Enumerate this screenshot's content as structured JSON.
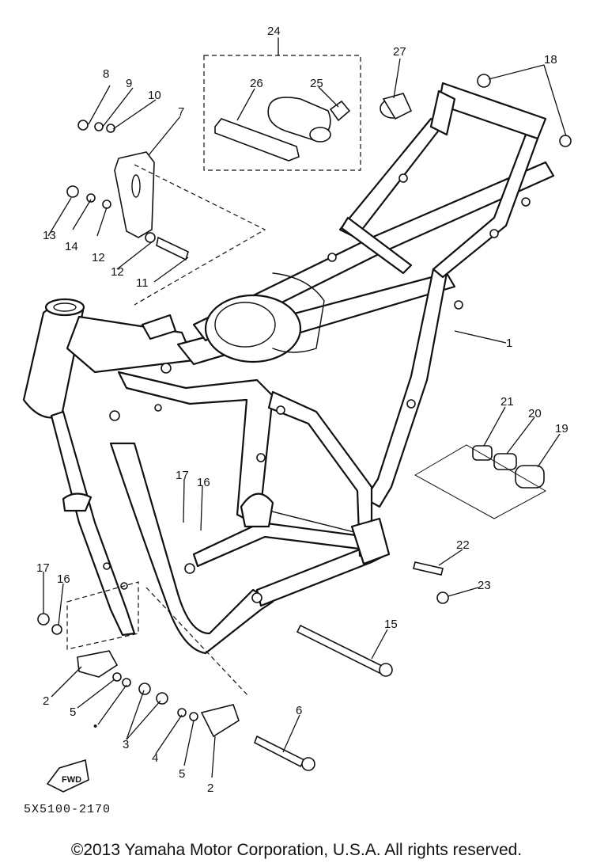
{
  "callouts": [
    {
      "id": "1",
      "label": "1"
    },
    {
      "id": "2a",
      "label": "2"
    },
    {
      "id": "2b",
      "label": "2"
    },
    {
      "id": "3",
      "label": "3"
    },
    {
      "id": "4",
      "label": "4"
    },
    {
      "id": "5a",
      "label": "5"
    },
    {
      "id": "5b",
      "label": "5"
    },
    {
      "id": "6",
      "label": "6"
    },
    {
      "id": "7",
      "label": "7"
    },
    {
      "id": "8",
      "label": "8"
    },
    {
      "id": "9",
      "label": "9"
    },
    {
      "id": "10",
      "label": "10"
    },
    {
      "id": "11",
      "label": "11"
    },
    {
      "id": "12a",
      "label": "12"
    },
    {
      "id": "12b",
      "label": "12"
    },
    {
      "id": "13",
      "label": "13"
    },
    {
      "id": "14",
      "label": "14"
    },
    {
      "id": "15",
      "label": "15"
    },
    {
      "id": "16a",
      "label": "16"
    },
    {
      "id": "16b",
      "label": "16"
    },
    {
      "id": "17a",
      "label": "17"
    },
    {
      "id": "17b",
      "label": "17"
    },
    {
      "id": "18",
      "label": "18"
    },
    {
      "id": "19",
      "label": "19"
    },
    {
      "id": "20",
      "label": "20"
    },
    {
      "id": "21",
      "label": "21"
    },
    {
      "id": "22",
      "label": "22"
    },
    {
      "id": "23",
      "label": "23"
    },
    {
      "id": "24",
      "label": "24"
    },
    {
      "id": "25",
      "label": "25"
    },
    {
      "id": "26",
      "label": "26"
    },
    {
      "id": "27",
      "label": "27"
    }
  ],
  "fwd_label": "FWD",
  "doc_code": "5X5100-2170",
  "copyright": "©2013 Yamaha Motor Corporation, U.S.A. All rights reserved."
}
